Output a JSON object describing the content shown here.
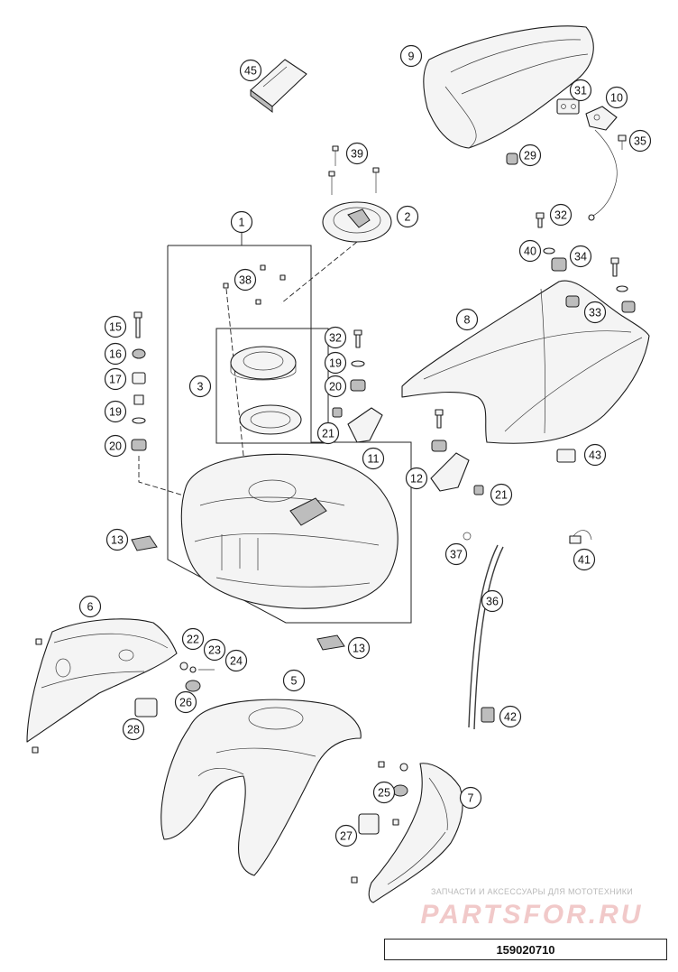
{
  "callouts": [
    {
      "id": "c1",
      "label": "1"
    },
    {
      "id": "c2",
      "label": "2"
    },
    {
      "id": "c3",
      "label": "3"
    },
    {
      "id": "c5",
      "label": "5"
    },
    {
      "id": "c6",
      "label": "6"
    },
    {
      "id": "c7",
      "label": "7"
    },
    {
      "id": "c8",
      "label": "8"
    },
    {
      "id": "c9",
      "label": "9"
    },
    {
      "id": "c10",
      "label": "10"
    },
    {
      "id": "c11",
      "label": "11"
    },
    {
      "id": "c12",
      "label": "12"
    },
    {
      "id": "c13a",
      "label": "13"
    },
    {
      "id": "c13b",
      "label": "13"
    },
    {
      "id": "c15",
      "label": "15"
    },
    {
      "id": "c16",
      "label": "16"
    },
    {
      "id": "c17",
      "label": "17"
    },
    {
      "id": "c19a",
      "label": "19"
    },
    {
      "id": "c19b",
      "label": "19"
    },
    {
      "id": "c20a",
      "label": "20"
    },
    {
      "id": "c20b",
      "label": "20"
    },
    {
      "id": "c21a",
      "label": "21"
    },
    {
      "id": "c21b",
      "label": "21"
    },
    {
      "id": "c22",
      "label": "22"
    },
    {
      "id": "c23",
      "label": "23"
    },
    {
      "id": "c24",
      "label": "24"
    },
    {
      "id": "c25",
      "label": "25"
    },
    {
      "id": "c26",
      "label": "26"
    },
    {
      "id": "c27",
      "label": "27"
    },
    {
      "id": "c28",
      "label": "28"
    },
    {
      "id": "c29",
      "label": "29"
    },
    {
      "id": "c31",
      "label": "31"
    },
    {
      "id": "c32a",
      "label": "32"
    },
    {
      "id": "c32b",
      "label": "32"
    },
    {
      "id": "c33",
      "label": "33"
    },
    {
      "id": "c34",
      "label": "34"
    },
    {
      "id": "c35",
      "label": "35"
    },
    {
      "id": "c36",
      "label": "36"
    },
    {
      "id": "c37",
      "label": "37"
    },
    {
      "id": "c38",
      "label": "38"
    },
    {
      "id": "c39",
      "label": "39"
    },
    {
      "id": "c40",
      "label": "40"
    },
    {
      "id": "c41",
      "label": "41"
    },
    {
      "id": "c42",
      "label": "42"
    },
    {
      "id": "c43",
      "label": "43"
    },
    {
      "id": "c45",
      "label": "45"
    }
  ],
  "watermark": {
    "tagline": "ЗАПЧАСТИ И АКСЕССУАРЫ ДЛЯ МОТОТЕХНИКИ",
    "logo": "PARTSFOR.RU"
  },
  "diagram_code": "159020710",
  "colors": {
    "line": "#1c1c1c",
    "part_fill": "#f4f4f4",
    "watermark_logo": "#f1c9c9"
  }
}
